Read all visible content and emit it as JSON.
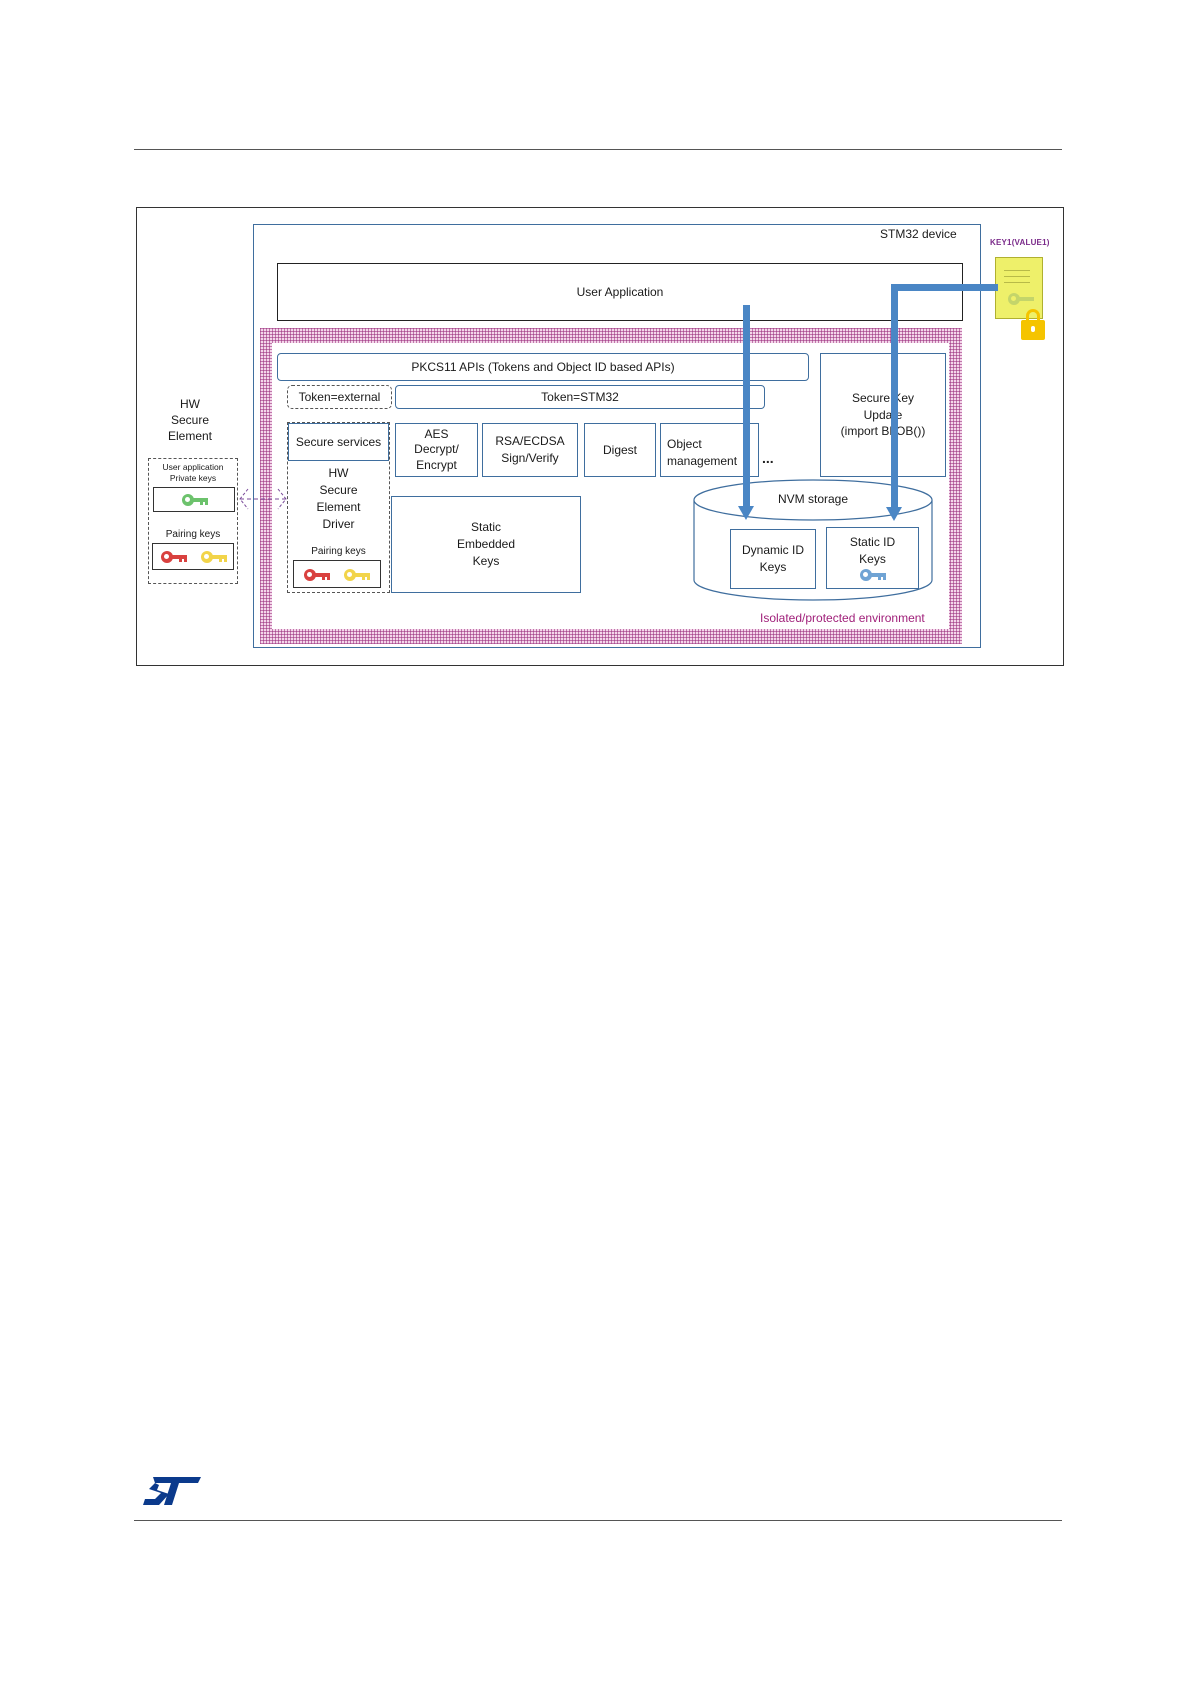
{
  "diagram": {
    "device_label": "STM32 device",
    "user_application": "User Application",
    "blob_label": "KEY1(VALUE1)",
    "pkcs_apis": "PKCS11 APIs (Tokens and Object ID based APIs)",
    "token_external": "Token=external",
    "token_stm32": "Token=STM32",
    "secure_services": "Secure services",
    "aes": "AES\nDecrypt/\nEncrypt",
    "rsa": "RSA/ECDSA\nSign/Verify",
    "digest": "Digest",
    "object_mgmt": "Object\nmanagement",
    "ellipsis": "...",
    "secure_key_update": "Secure Key\nUpdate\n(import BLOB())",
    "hw_driver": "HW\nSecure\nElement\nDriver",
    "driver_pairing_keys": "Pairing keys",
    "static_embedded_keys": "Static\nEmbedded\nKeys",
    "nvm_storage": "NVM storage",
    "dynamic_id_keys": "Dynamic ID\nKeys",
    "static_id_keys": "Static ID\nKeys",
    "isolated_env": "Isolated/protected environment",
    "hw_secure_element": "HW\nSecure\nElement",
    "user_app_private_keys": "User application\nPrivate keys",
    "pairing_keys": "Pairing keys"
  },
  "colors": {
    "box_border": "#3f6e9e",
    "arrow": "#4a86c5",
    "isolated_text": "#a0207a",
    "key_green": "#6cc26c",
    "key_red": "#d9413f",
    "key_yellow": "#f2d44a",
    "key_blue": "#6fa3d4",
    "blob_fill": "#eef06a",
    "lock": "#f5c400",
    "st_logo": "#0b3a8c"
  },
  "icons": [
    "st-logo",
    "key-icon",
    "lock-icon",
    "document-icon"
  ]
}
